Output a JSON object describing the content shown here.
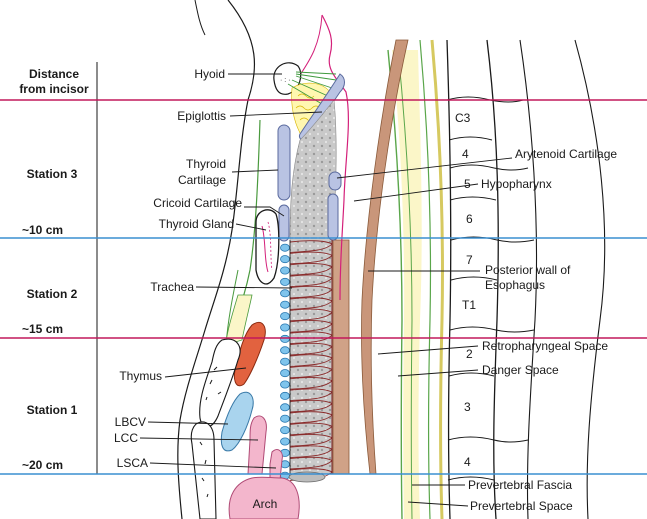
{
  "header": {
    "line1": "Distance",
    "line2": "from incisor"
  },
  "stations": {
    "station3": "Station 3",
    "station2": "Station 2",
    "station1": "Station 1",
    "d10": "~10 cm",
    "d15": "~15 cm",
    "d20": "~20 cm"
  },
  "left_labels": {
    "hyoid": "Hyoid",
    "epiglottis": "Epiglottis",
    "thyroid_cartilage_1": "Thyroid",
    "thyroid_cartilage_2": "Cartilage",
    "cricoid": "Cricoid Cartilage",
    "thyroid_gland": "Thyroid Gland",
    "trachea": "Trachea",
    "thymus": "Thymus",
    "lbcv": "LBCV",
    "lcc": "LCC",
    "lsca": "LSCA",
    "arch": "Arch"
  },
  "right_labels": {
    "arytenoid": "Arytenoid Cartilage",
    "hypopharynx": "Hypopharynx",
    "posterior_wall_1": "Posterior wall of",
    "posterior_wall_2": "Esophagus",
    "retropharyngeal": "Retropharyngeal Space",
    "danger": "Danger Space",
    "prevertebral_fascia": "Prevertebral Fascia",
    "prevertebral_space": "Prevertebral Space"
  },
  "vertebrae": [
    "C3",
    "4",
    "5",
    "6",
    "7",
    "T1",
    "2",
    "3",
    "4"
  ],
  "colors": {
    "magenta_line": "#c2185b",
    "blue_line": "#3a8fd1",
    "thymus": "#e2623f",
    "lbcv": "#a9d4ee",
    "arch": "#f3b6cc",
    "esophagus_wall": "#c9967a",
    "cartilage": "#b9c3e3",
    "danger_space": "#fbf6c8",
    "mucosa": "#c4c4c4"
  }
}
